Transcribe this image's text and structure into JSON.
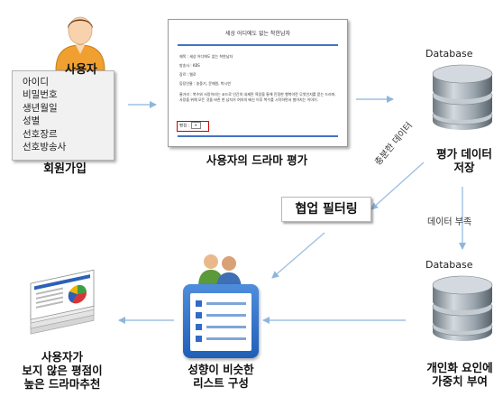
{
  "user": {
    "title": "사용자",
    "fields": [
      "아이디",
      "비밀번호",
      "생년월일",
      "성별",
      "선호장르",
      "선호방송사"
    ],
    "caption": "회원가입"
  },
  "review": {
    "doc_title": "세상 어디에도 없는 착한남자",
    "line1": "제목 : 세상 어디에도 없는 착한남자",
    "line2": "방송사 : KBS",
    "line3": "장르 : 멜로",
    "line4": "등장인물 : 송중기, 문채원, 박시연",
    "line5": "줄거리 : 복수와 사랑이라는 코드로 인간의 내재된 욕망을 통해 진정한 행복이란 무엇인지를 묻는 드라마. 사랑을 위해 모든 것을 바친 한 남자가 여자의 배신 이후 복수를 시작하면서 벌어지는 이야기.",
    "rating_label": "평점 :",
    "caption": "사용자의 드라마 평가"
  },
  "db1": {
    "header": "Database",
    "caption_line1": "평가 데이터",
    "caption_line2": "저장"
  },
  "db2": {
    "header": "Database",
    "caption_line1": "개인화 요인에",
    "caption_line2": "가중치 부여"
  },
  "cf": {
    "label": "협업 필터링"
  },
  "arrows": {
    "sufficient": "충분한 데이터",
    "insufficient": "데이터 부족"
  },
  "list": {
    "caption_line1": "성향이 비슷한",
    "caption_line2": "리스트 구성"
  },
  "rec": {
    "caption_line1": "사용자가",
    "caption_line2": "보지 않은 평점이",
    "caption_line3": "높은 드라마추천"
  },
  "colors": {
    "arrow": "#9dc1e3",
    "underline": "#4472c4",
    "rating_box": "#cc0000"
  }
}
